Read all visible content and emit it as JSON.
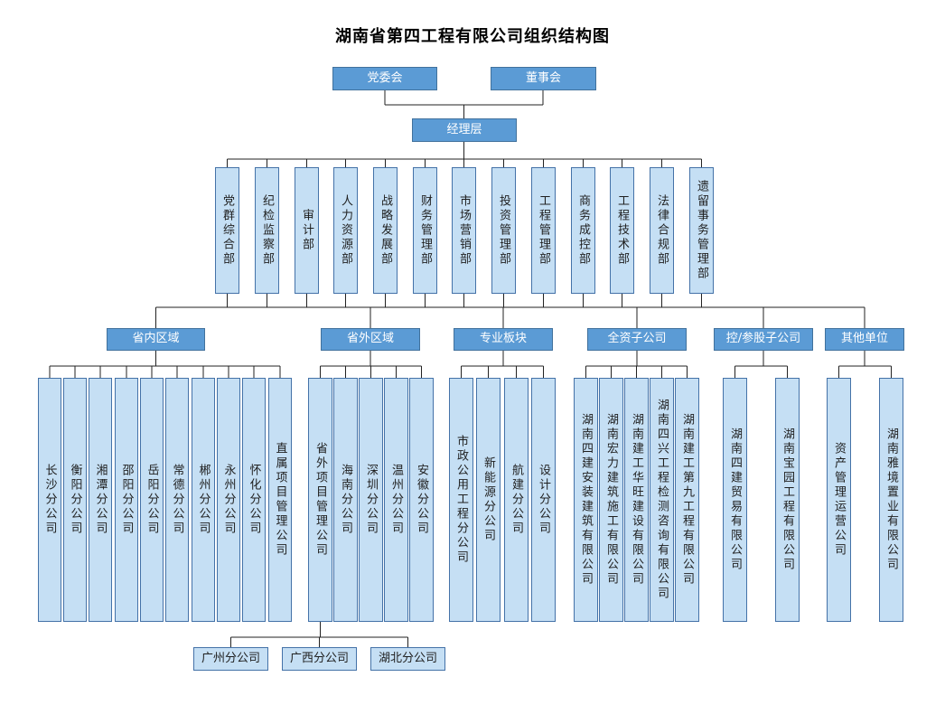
{
  "title": "湖南省第四工程有限公司组织结构图",
  "top": {
    "party_committee": "党委会",
    "board": "董事会",
    "management": "经理层"
  },
  "departments": [
    "党群综合部",
    "纪检监察部",
    "审计部",
    "人力资源部",
    "战略发展部",
    "财务管理部",
    "市场营销部",
    "投资管理部",
    "工程管理部",
    "商务成控部",
    "工程技术部",
    "法律合规部",
    "遗留事务管理部"
  ],
  "groups": [
    {
      "label": "省内区域",
      "children": [
        "长沙分公司",
        "衡阳分公司",
        "湘潭分公司",
        "邵阳分公司",
        "岳阳分公司",
        "常德分公司",
        "郴州分公司",
        "永州分公司",
        "怀化分公司",
        "直属项目管理公司"
      ]
    },
    {
      "label": "省外区域",
      "children": [
        "省外项目管理公司",
        "海南分公司",
        "深圳分公司",
        "温州分公司",
        "安徽分公司"
      ]
    },
    {
      "label": "专业板块",
      "children": [
        "市政公用工程分公司",
        "新能源分公司",
        "航建分公司",
        "设计分公司"
      ]
    },
    {
      "label": "全资子公司",
      "children": [
        "湖南四建安装建筑有限公司",
        "湖南宏力建筑施工有限公司",
        "湖南建工华旺建设有限公司",
        "湖南四兴工程检测咨询有限公司",
        "湖南建工第九工程有限公司"
      ]
    },
    {
      "label": "控/参股子公司",
      "children": [
        "湖南四建贸易有限公司",
        "湖南宝园工程有限公司"
      ]
    },
    {
      "label": "其他单位",
      "children": [
        "资产管理运营公司",
        "湖南雅境置业有限公司"
      ]
    }
  ],
  "overseas_sub_children": [
    "广州分公司",
    "广西分公司",
    "湖北分公司"
  ],
  "colors": {
    "header_bg": "#5B9BD5",
    "light_bg": "#C5DFF4",
    "border_dark": "#41719C",
    "border_light": "#4472A8",
    "line": "#222222"
  }
}
